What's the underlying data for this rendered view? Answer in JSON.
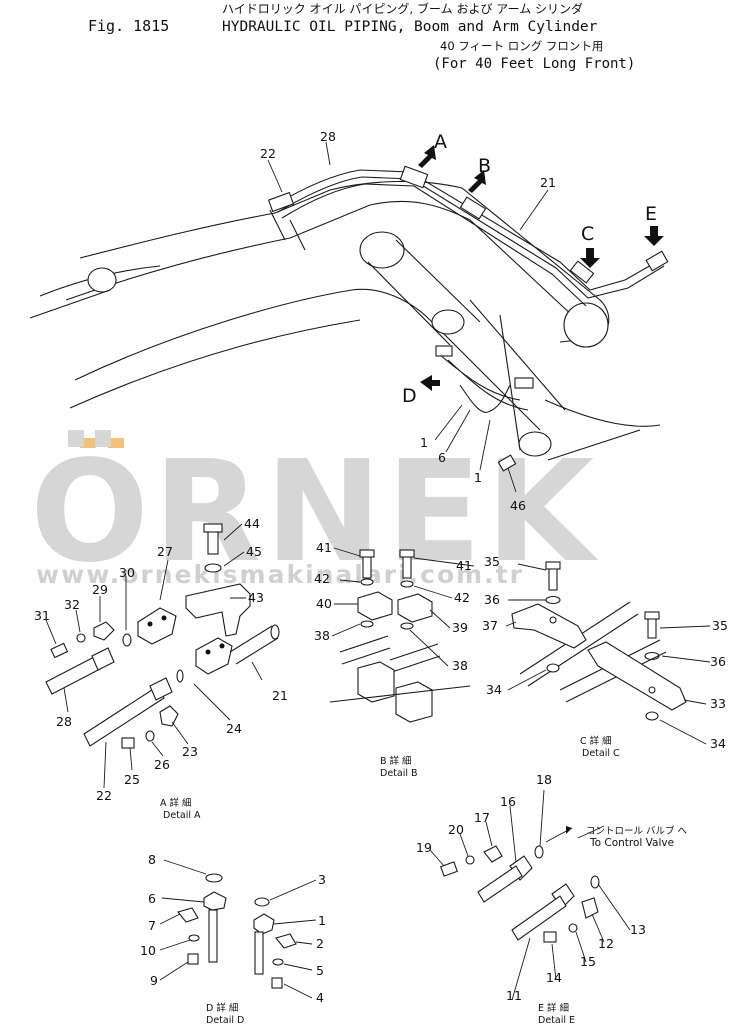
{
  "header": {
    "line1_jp": "ハイドロリック オイル パイピング, ブーム および アーム シリンダ",
    "line2_prefix": "Fig. 1815",
    "line2_title": "HYDRAULIC OIL PIPING, Boom and Arm Cylinder",
    "line3_jp": "40 フィート ロング フロント用",
    "line4": "(For 40 Feet Long Front)"
  },
  "watermark": {
    "logo": "ÖRNEK",
    "url": "www.ornekismakinalari.com.tr",
    "color": "#d4d4d4"
  },
  "view_arrows": [
    "A",
    "B",
    "C",
    "D",
    "E"
  ],
  "details": {
    "A": {
      "jp": "A 詳 細",
      "en": "Detail A"
    },
    "B": {
      "jp": "B 詳 細",
      "en": "Detail B"
    },
    "C": {
      "jp": "C 詳 細",
      "en": "Detail C"
    },
    "D": {
      "jp": "D 詳 細",
      "en": "Detail D"
    },
    "E": {
      "jp": "E 詳 細",
      "en": "Detail E"
    }
  },
  "note": {
    "jp": "コントロール バルブ へ",
    "en": "To Control Valve"
  },
  "main_labels": {
    "p28": "28",
    "p22": "22",
    "p21": "21",
    "p1a": "1",
    "p6": "6",
    "p1b": "1",
    "p46": "46"
  },
  "detailA_labels": {
    "p44": "44",
    "p45": "45",
    "p27": "27",
    "p43": "43",
    "p30": "30",
    "p29": "29",
    "p32": "32",
    "p31": "31",
    "p28": "28",
    "p21": "21",
    "p24": "24",
    "p23": "23",
    "p26": "26",
    "p25": "25",
    "p22": "22"
  },
  "detailB_labels": {
    "p41a": "41",
    "p41b": "41",
    "p42a": "42",
    "p42b": "42",
    "p40": "40",
    "p39": "39",
    "p38a": "38",
    "p38b": "38"
  },
  "detailC_labels": {
    "p35a": "35",
    "p36a": "36",
    "p37": "37",
    "p35b": "35",
    "p36b": "36",
    "p34a": "34",
    "p33": "33",
    "p34b": "34"
  },
  "detailD_labels": {
    "p8": "8",
    "p3": "3",
    "p6": "6",
    "p1": "1",
    "p7": "7",
    "p2": "2",
    "p10": "10",
    "p5": "5",
    "p9": "9",
    "p4": "4"
  },
  "detailE_labels": {
    "p18": "18",
    "p16": "16",
    "p17": "17",
    "p20": "20",
    "p19": "19",
    "p13": "13",
    "p12": "12",
    "p15": "15",
    "p14": "14",
    "p11": "11"
  }
}
